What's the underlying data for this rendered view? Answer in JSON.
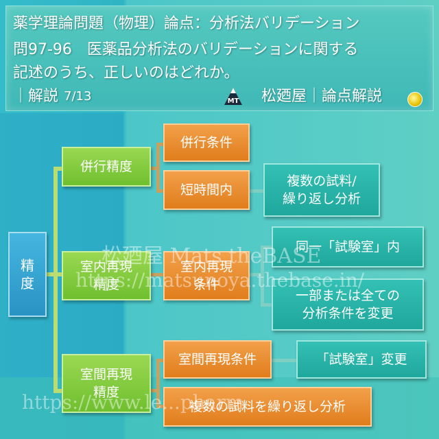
{
  "header": {
    "line1": "薬学理論問題（物理）論点：分析法バリデーション",
    "line2": "問97-96　医薬品分析法のバリデーションに関する",
    "line3": "記述のうち、正しいのはどれか。",
    "section": "｜解説",
    "page": "7/13",
    "logo_text": "MT",
    "brand": "松廼屋｜論点解説"
  },
  "diagram": {
    "root": "精\n度",
    "nodes": {
      "heikou_seido": "併行精度",
      "heikou_jouken": "併行条件",
      "tanjikan": "短時間内",
      "fukusuu_shiryou": "複数の試料/\n繰り返し分析",
      "shitsunai_seido": "室内再現\n精度",
      "shitsunai_jouken": "室内再現\n条件",
      "douitsu": "同一「試験室」内",
      "ichibu": "一部または全ての\n分析条件を変更",
      "shitsukan_seido": "室間再現\n精度",
      "shitsukan_jouken": "室間再現条件",
      "shikenshitsu_henkou": "「試験室」変更",
      "fukusuu_kurikaeshi": "複数の試料を繰り返し分析"
    }
  },
  "watermark": {
    "line1": "松廼屋 Mats.theBASE",
    "line2": "https://matsunoya.thebase.in/",
    "line3": "https://www.le...pharm"
  },
  "colors": {
    "green": "#7cc63a",
    "orange": "#e8882a",
    "teal": "#27b3a8",
    "blue": "#3aa9d6"
  }
}
